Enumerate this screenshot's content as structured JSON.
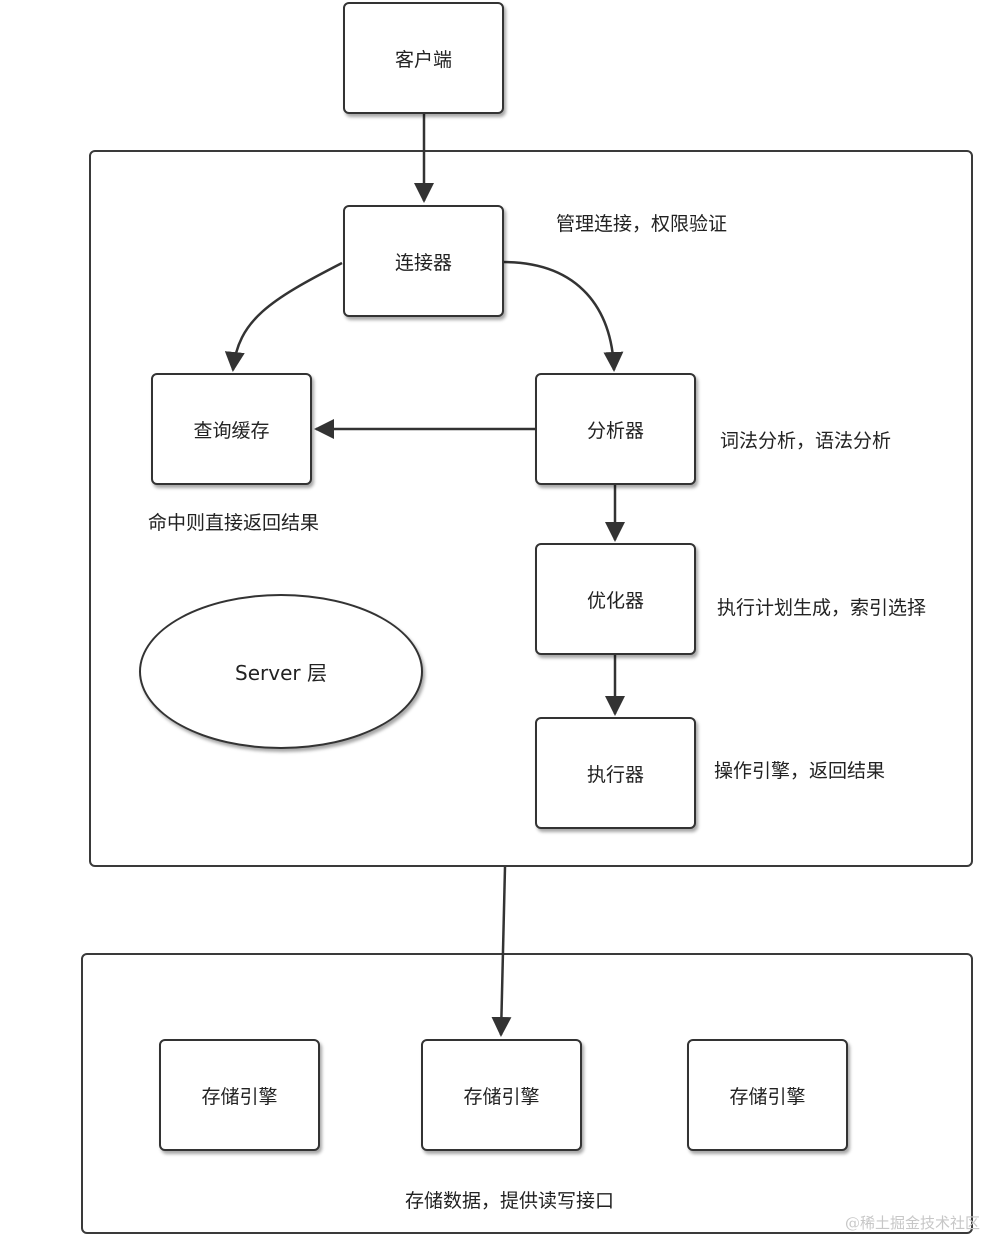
{
  "nodes": {
    "client": "客户端",
    "connector": "连接器",
    "query_cache": "查询缓存",
    "analyzer": "分析器",
    "optimizer": "优化器",
    "executor": "执行器",
    "storage_engine_1": "存储引擎",
    "storage_engine_2": "存储引擎",
    "storage_engine_3": "存储引擎",
    "server_layer": "Server 层"
  },
  "notes": {
    "connector": "管理连接，权限验证",
    "analyzer": "词法分析，语法分析",
    "cache_hit": "命中则直接返回结果",
    "optimizer": "执行计划生成，索引选择",
    "executor": "操作引擎，返回结果",
    "storage": "存储数据，提供读写接口"
  },
  "watermark": "@稀土掘金技术社区"
}
